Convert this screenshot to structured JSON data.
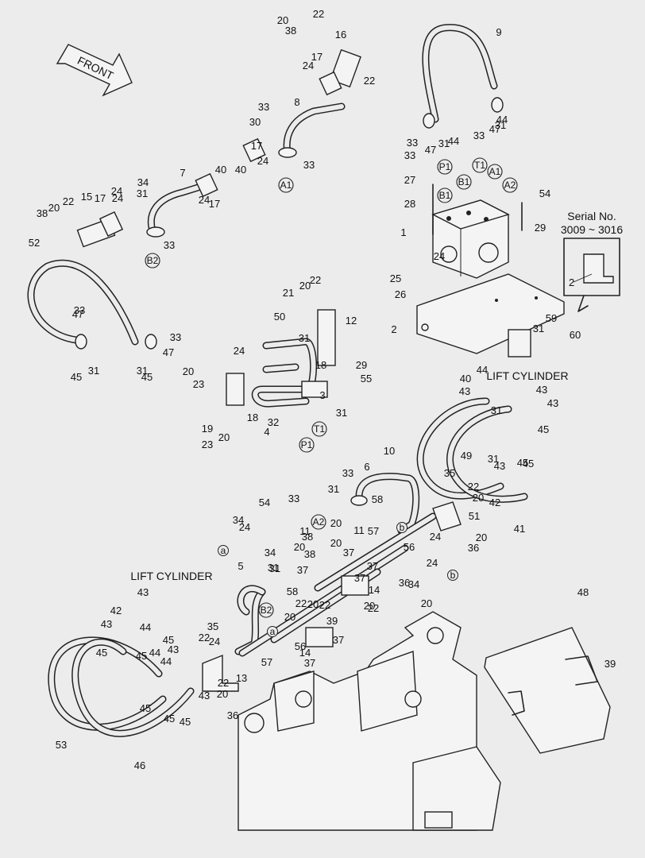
{
  "front_arrow": {
    "text": "FRONT"
  },
  "lift_cylinder_label": "LIFT CYLINDER",
  "serial_box": {
    "title": "Serial No.",
    "range": "3009 ~ 3016",
    "part": "2"
  },
  "ports": [
    "A1",
    "A2",
    "B1",
    "B2",
    "P1",
    "T1",
    "P1",
    "T1",
    "A2",
    "B2",
    "A1",
    "B1"
  ],
  "circle_labels": [
    "a",
    "b",
    "b",
    "a",
    "a"
  ],
  "callouts": [
    "1",
    "2",
    "3",
    "4",
    "5",
    "6",
    "7",
    "8",
    "9",
    "10",
    "11",
    "11",
    "12",
    "13",
    "14",
    "14",
    "15",
    "16",
    "17",
    "17",
    "17",
    "17",
    "18",
    "18",
    "19",
    "20",
    "20",
    "20",
    "20",
    "20",
    "20",
    "20",
    "20",
    "20",
    "20",
    "20",
    "20",
    "20",
    "20",
    "20",
    "21",
    "22",
    "22",
    "22",
    "22",
    "22",
    "22",
    "22",
    "22",
    "22",
    "22",
    "23",
    "23",
    "24",
    "24",
    "24",
    "24",
    "24",
    "24",
    "24",
    "24",
    "24",
    "24",
    "24",
    "25",
    "26",
    "27",
    "28",
    "29",
    "29",
    "30",
    "31",
    "31",
    "31",
    "31",
    "31",
    "31",
    "31",
    "31",
    "31",
    "31",
    "31",
    "31",
    "31",
    "32",
    "33",
    "33",
    "33",
    "33",
    "33",
    "33",
    "33",
    "33",
    "33",
    "33",
    "34",
    "34",
    "34",
    "34",
    "35",
    "35",
    "36",
    "36",
    "36",
    "37",
    "37",
    "37",
    "37",
    "37",
    "37",
    "38",
    "38",
    "38",
    "38",
    "39",
    "39",
    "40",
    "40",
    "40",
    "41",
    "42",
    "42",
    "43",
    "43",
    "43",
    "43",
    "43",
    "43",
    "43",
    "43",
    "44",
    "44",
    "44",
    "44",
    "44",
    "44",
    "45",
    "45",
    "45",
    "45",
    "45",
    "45",
    "45",
    "45",
    "45",
    "45",
    "45",
    "46",
    "47",
    "47",
    "47",
    "47",
    "48",
    "49",
    "50",
    "51",
    "52",
    "53",
    "54",
    "54",
    "55",
    "56",
    "56",
    "57",
    "57",
    "58",
    "58",
    "59",
    "60"
  ],
  "colors": {
    "background": "#ececec",
    "line": "#222222"
  }
}
